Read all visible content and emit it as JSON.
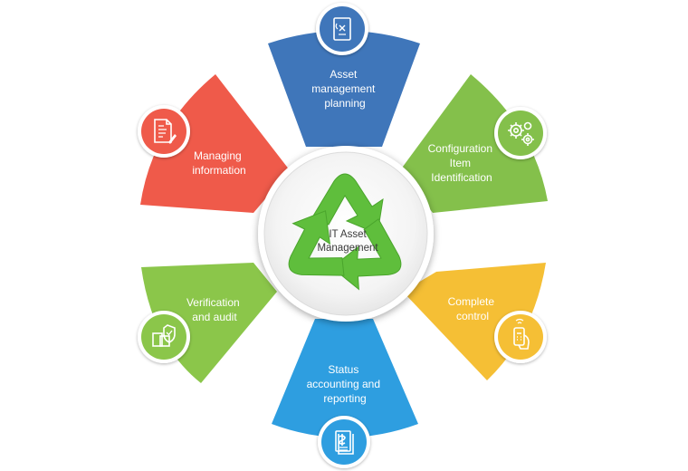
{
  "center": {
    "title_line1": "IT Asset",
    "title_line2": "Management",
    "recycle_color": "#5fbe3c"
  },
  "segments": [
    {
      "id": "planning",
      "lines": [
        "Asset",
        "management",
        "planning"
      ],
      "color": "#3f76ba",
      "icon": "document-pen-icon"
    },
    {
      "id": "configuration",
      "lines": [
        "Configuration",
        "Item",
        "Identification"
      ],
      "color": "#84c04b",
      "icon": "gears-icon"
    },
    {
      "id": "control",
      "lines": [
        "Complete",
        "control"
      ],
      "color": "#f5bf35",
      "icon": "remote-hand-icon"
    },
    {
      "id": "status",
      "lines": [
        "Status",
        "accounting and",
        "reporting"
      ],
      "color": "#2e9ee0",
      "icon": "invoice-dollar-icon"
    },
    {
      "id": "verification",
      "lines": [
        "Verification",
        "and audit"
      ],
      "color": "#8bc64a",
      "icon": "audit-check-icon"
    },
    {
      "id": "information",
      "lines": [
        "Managing",
        "information"
      ],
      "color": "#ef5a4a",
      "icon": "report-edit-icon"
    }
  ]
}
